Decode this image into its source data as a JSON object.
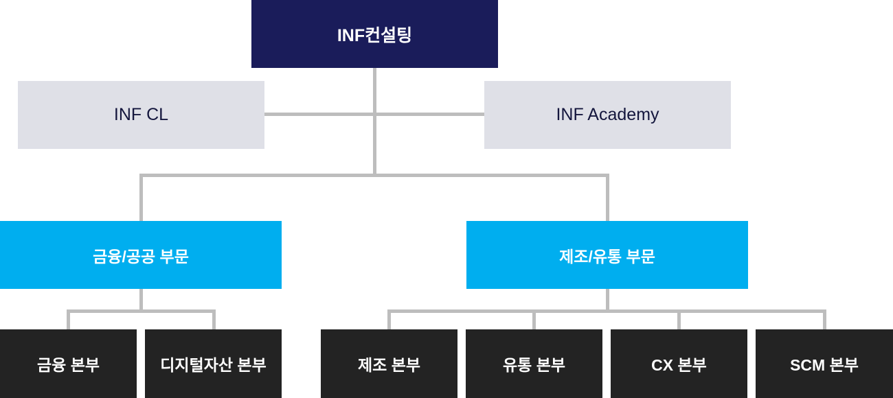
{
  "colors": {
    "root": "#1a1c5a",
    "affiliate": "#dfe0e7",
    "division": "#00aeef",
    "unit": "#232323",
    "connector": "#bdbdbd"
  },
  "org": {
    "root": {
      "label": "INF컨설팅"
    },
    "affiliates": [
      {
        "label": "INF CL"
      },
      {
        "label": "INF Academy"
      }
    ],
    "divisions": [
      {
        "label": "금융/공공 부문",
        "units": [
          {
            "label": "금융 본부"
          },
          {
            "label": "디지털자산 본부"
          }
        ]
      },
      {
        "label": "제조/유통 부문",
        "units": [
          {
            "label": "제조 본부"
          },
          {
            "label": "유통 본부"
          },
          {
            "label": "CX 본부"
          },
          {
            "label": "SCM 본부"
          }
        ]
      }
    ]
  }
}
